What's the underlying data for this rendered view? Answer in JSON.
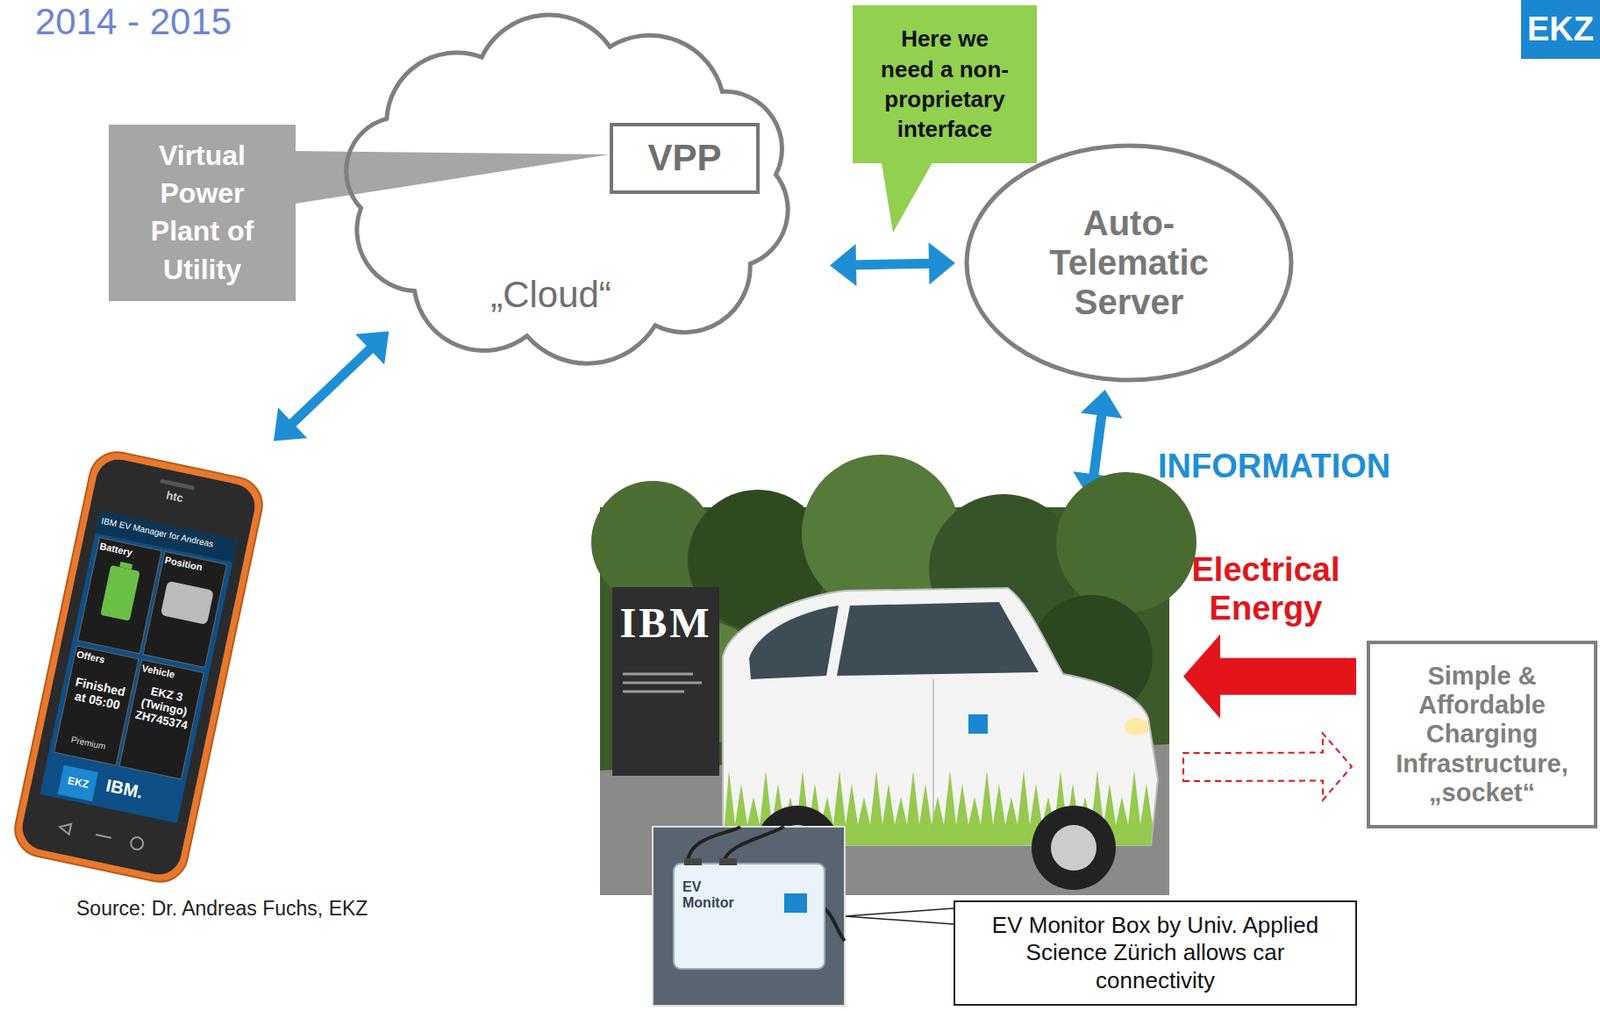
{
  "diagram": {
    "title": "2014 - 2015",
    "nodes": [
      {
        "text": [
          "Virtual Power Plant of Utility"
        ]
      },
      {
        "text": [
          "„Cloud“"
        ]
      },
      {
        "text": [
          "VPP"
        ],
        "in": 1
      },
      {
        "text": [
          "Here we need a non- proprietary interface"
        ]
      },
      {
        "text": [
          "Auto- Telematic Server"
        ]
      },
      {
        "text": [
          "htc",
          "IBM EV Manager for Andreas",
          "Battery",
          "Position",
          "Offers",
          "Finished at 05:00",
          "Premium",
          "Vehicle",
          "EKZ 3 (Twingo) ZH745374",
          "EKZ",
          "IBM."
        ]
      },
      {
        "text": [
          "IBM"
        ]
      },
      {
        "text": [
          "Simple & Affordable Charging Infrastructure, „socket“"
        ]
      },
      {
        "text": [
          "EV Monitor"
        ]
      },
      {
        "text": [
          "EV Monitor Box by Univ. Applied Science Zürich allows car connectivity"
        ]
      }
    ],
    "edges": [
      {
        "from": 5,
        "to": 1,
        "arrow": "both"
      },
      {
        "from": 1,
        "to": 4,
        "arrow": "both"
      },
      {
        "from": 4,
        "to": 6,
        "label": "INFORMATION",
        "arrow": "both"
      },
      {
        "from": 7,
        "to": 6,
        "label": "Electrical Energy",
        "arrow": "to"
      },
      {
        "from": 6,
        "to": 7,
        "arrow": "to"
      },
      {
        "from": 9,
        "to": 8,
        "arrow": "none"
      }
    ],
    "labels": [
      "EKZ",
      "Source: Dr. Andreas Fuchs, EKZ"
    ]
  }
}
